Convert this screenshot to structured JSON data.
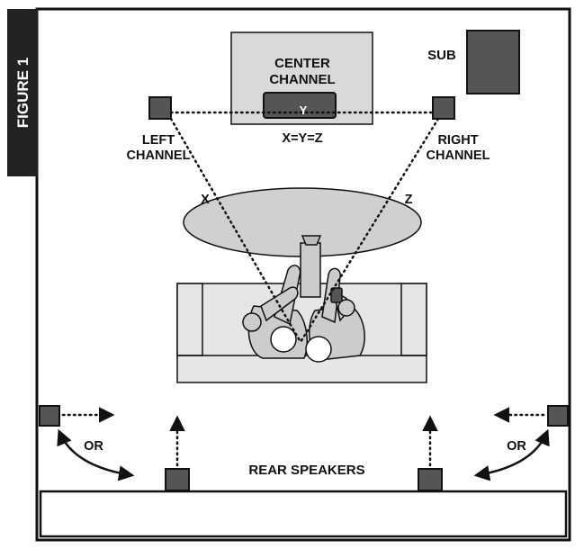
{
  "figure_label": "FIGURE 1",
  "labels": {
    "center": [
      "CENTER",
      "CHANNEL"
    ],
    "sub": "SUB",
    "left": [
      "LEFT",
      "CHANNEL"
    ],
    "right": [
      "RIGHT",
      "CHANNEL"
    ],
    "equation": "X=Y=Z",
    "x": "X",
    "y": "Y",
    "z": "Z",
    "or_left": "OR",
    "or_right": "OR",
    "rear": "REAR SPEAKERS"
  },
  "colors": {
    "speaker": "#555555",
    "tv_panel": "#d9d9d9",
    "rug": "#d0d0d0",
    "sofa": "#e6e6e6",
    "person": "#cccccc",
    "tab": "#222222"
  }
}
